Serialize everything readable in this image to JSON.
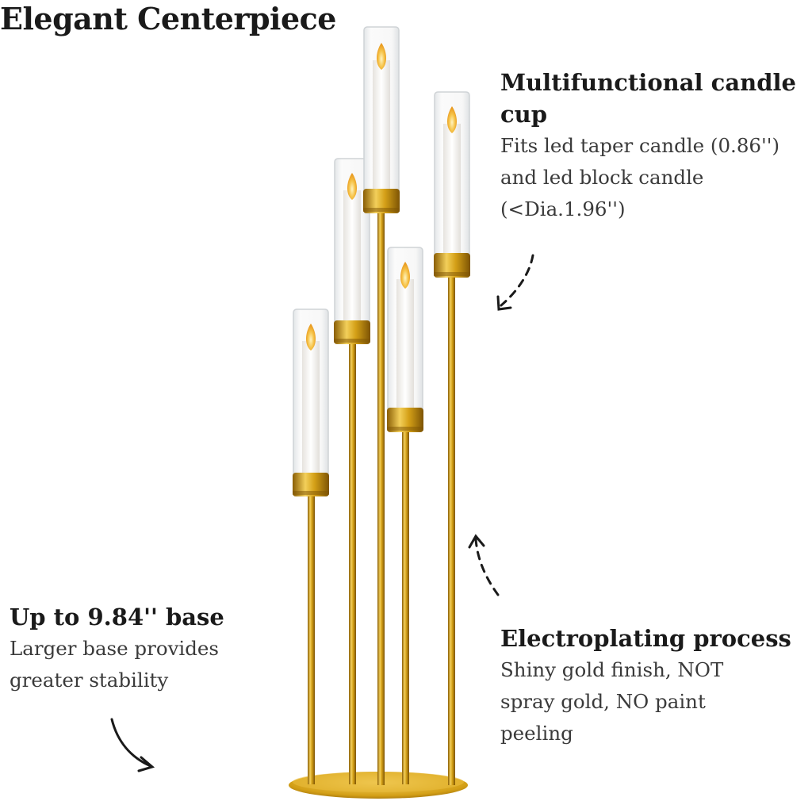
{
  "title": "Elegant Centerpiece",
  "features": {
    "cup": {
      "heading": "Multifunctional candle cup",
      "lines": [
        "Fits led taper candle (0.86'')",
        "and led block candle",
        "(<Dia.1.96'')"
      ]
    },
    "base": {
      "heading": "Up to 9.84'' base",
      "lines": [
        "Larger base provides",
        "greater stability"
      ]
    },
    "plating": {
      "heading": "Electroplating process",
      "lines": [
        "Shiny gold finish, NOT",
        "spray gold, NO paint",
        "peeling"
      ]
    }
  },
  "colors": {
    "gold": "#d4a017",
    "gold_dark": "#9a6f0b",
    "glass": "#eef1f2",
    "flame": "#f2b32a"
  }
}
